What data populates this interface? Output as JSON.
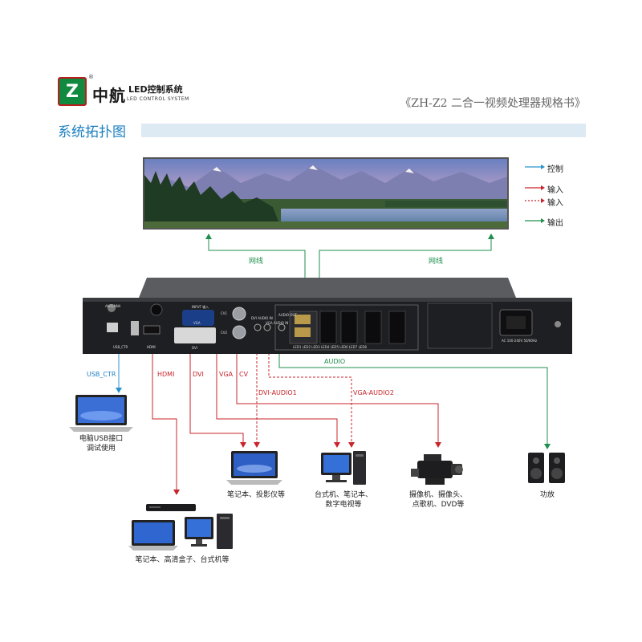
{
  "header": {
    "logo_mark": "Z",
    "registered": "®",
    "brand_name": "中航",
    "brand_tag": "LED控制系统",
    "brand_sub": "LED CONTROL SYSTEM",
    "doc_title": "《ZH-Z2 二合一视频处理器规格书》"
  },
  "section": {
    "title": "系统拓扑图"
  },
  "legend": [
    {
      "label": "控制",
      "color": "#2a93c9",
      "style": "solid"
    },
    {
      "label": "输入",
      "color": "#c8242b",
      "style": "solid"
    },
    {
      "label": "输入",
      "color": "#c8242b",
      "style": "dashed"
    },
    {
      "label": "输出",
      "color": "#1f8f4e",
      "style": "solid"
    }
  ],
  "connections": {
    "net_left": "网线",
    "net_right": "网线",
    "usb": "USB_CTR",
    "hdmi": "HDMI",
    "dvi": "DVI",
    "vga": "VGA",
    "cv": "CV",
    "audio": "AUDIO",
    "dvi_audio": "DVI-AUDIO1",
    "vga_audio": "VGA-AUDIO2"
  },
  "panel": {
    "antenna": "ANTENNA",
    "usb_port": "USB_CTR",
    "hdmi_port": "HDMI",
    "input_title": "INPUT 输入",
    "vga_port": "VGA",
    "dvi_port": "DVI",
    "cv1": "CV1",
    "cv2": "CV2",
    "dvi_audio_in": "DVI AUDIO IN",
    "vga_audio_in": "VGA AUDIO IN",
    "audio_out": "AUDIO OUT",
    "led_ports": "LED1  LED2  LED3  LED4  LED5  LED6  LED7  LED8",
    "power": "AC 100-240V 50/60Hz"
  },
  "devices": {
    "usb_pc": {
      "line1": "电脑USB接口",
      "line2": "调试使用"
    },
    "laptop_projector": "笔记本、投影仪等",
    "desktop": {
      "line1": "台式机、笔记本、",
      "line2": "数字电视等"
    },
    "camera": {
      "line1": "摄像机、摄像头、",
      "line2": "点歌机、DVD等"
    },
    "amplifier": "功放",
    "hdmi_sources": "笔记本、高清盒子、台式机等"
  },
  "colors": {
    "control": "#2a93c9",
    "input": "#c8242b",
    "output": "#1f8f4e",
    "section": "#1a7fc1"
  }
}
